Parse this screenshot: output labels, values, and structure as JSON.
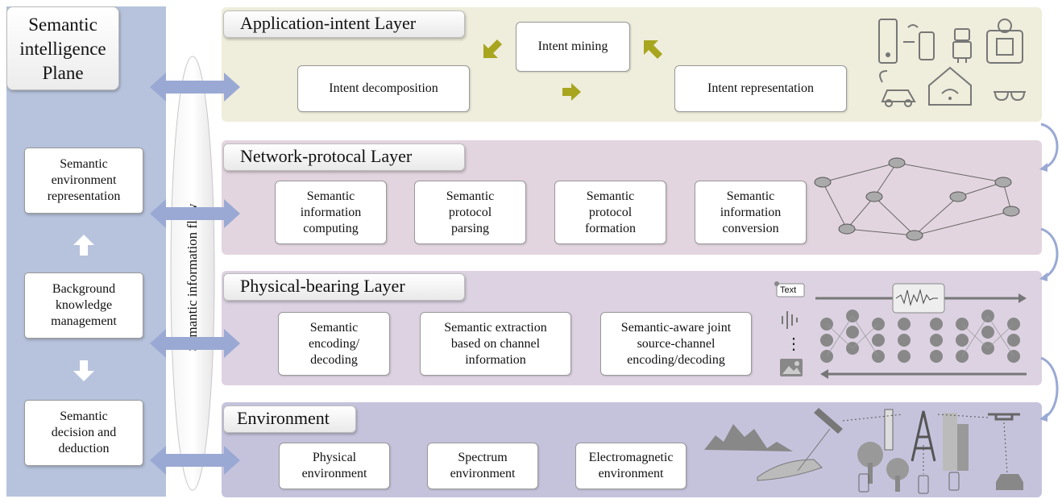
{
  "plane": {
    "title_lines": [
      "Semantic",
      "intelligence",
      "Plane"
    ],
    "boxes": [
      {
        "lines": [
          "Semantic",
          "environment",
          "representation"
        ]
      },
      {
        "lines": [
          "Background",
          "knowledge",
          "management"
        ]
      },
      {
        "lines": [
          "Semantic",
          "decision and",
          "deduction"
        ]
      }
    ]
  },
  "flow_label": "Semantic information flow",
  "layers": {
    "application": {
      "title": "Application-intent Layer",
      "boxes": [
        "Intent decomposition",
        "Intent mining",
        "Intent representation"
      ]
    },
    "network": {
      "title": "Network-protocal Layer",
      "boxes": [
        [
          "Semantic",
          "information",
          "computing"
        ],
        [
          "Semantic",
          "protocol",
          "parsing"
        ],
        [
          "Semantic",
          "protocol",
          "formation"
        ],
        [
          "Semantic",
          "information",
          "conversion"
        ]
      ]
    },
    "physical": {
      "title": "Physical-bearing Layer",
      "boxes": [
        [
          "Semantic",
          "encoding/",
          "decoding"
        ],
        [
          "Semantic extraction",
          "based on channel",
          "information"
        ],
        [
          "Semantic-aware joint",
          "source-channel",
          "encoding/decoding"
        ]
      ],
      "text_tag": "Text",
      "ellipsis": "⋮"
    },
    "environment": {
      "title": "Environment",
      "boxes": [
        [
          "Physical",
          "environment"
        ],
        [
          "Spectrum",
          "environment"
        ],
        [
          "Electromagnetic",
          "environment"
        ]
      ]
    }
  },
  "colors": {
    "plane": "#b7c3dc",
    "application": "#efeddb",
    "network": "#e3d5df",
    "physical": "#dcd2e2",
    "environment": "#c5c3dc",
    "arrow_blue": "#9aa9d4",
    "arrow_olive": "#a8a51e",
    "icon_gray": "#777777"
  }
}
